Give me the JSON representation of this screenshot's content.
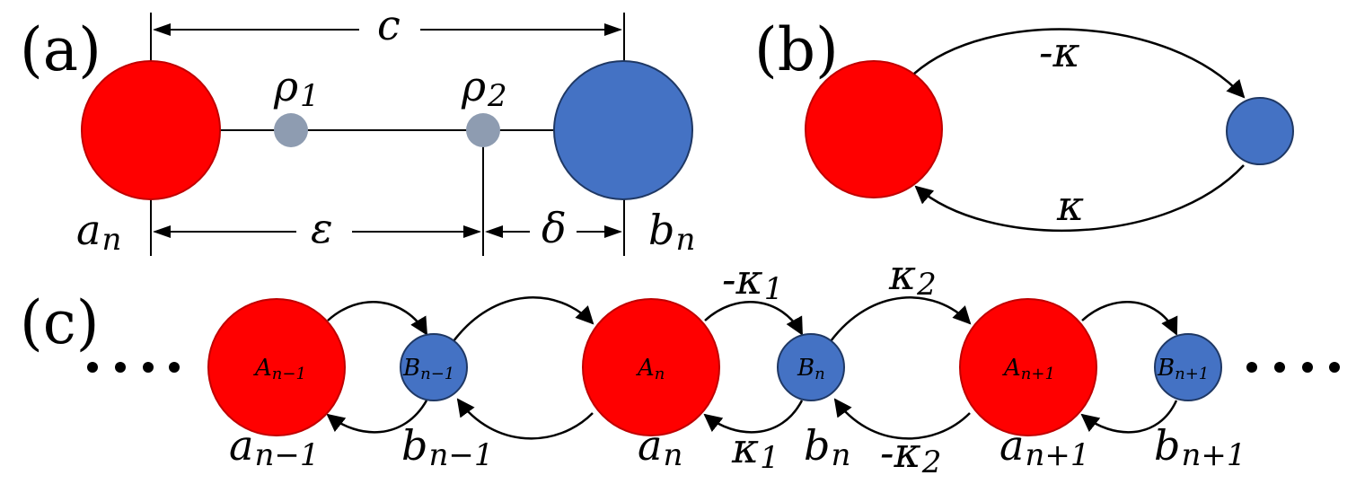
{
  "panels": {
    "a": {
      "label": "(a)",
      "c_label": "c",
      "rho1": {
        "sym": "ρ",
        "sub": "1"
      },
      "rho2": {
        "sym": "ρ",
        "sub": "2"
      },
      "epsilon_label": "ε",
      "delta_label": "δ",
      "a_label": {
        "sym": "a",
        "sub": "n"
      },
      "b_label": {
        "sym": "b",
        "sub": "n"
      }
    },
    "b": {
      "label": "(b)",
      "top_coupling": "-κ",
      "bottom_coupling": "κ"
    },
    "c": {
      "label": "(c)",
      "nodes": {
        "A_prev": {
          "sym": "A",
          "sub": "n−1"
        },
        "B_prev": {
          "sym": "B",
          "sub": "n−1"
        },
        "A_n": {
          "sym": "A",
          "sub": "n"
        },
        "B_n": {
          "sym": "B",
          "sub": "n"
        },
        "A_next": {
          "sym": "A",
          "sub": "n+1"
        },
        "B_next": {
          "sym": "B",
          "sub": "n+1"
        }
      },
      "amplitudes": {
        "a_prev": {
          "sym": "a",
          "sub": "n−1"
        },
        "b_prev": {
          "sym": "b",
          "sub": "n−1"
        },
        "a_n": {
          "sym": "a",
          "sub": "n"
        },
        "b_n": {
          "sym": "b",
          "sub": "n"
        },
        "a_next": {
          "sym": "a",
          "sub": "n+1"
        },
        "b_next": {
          "sym": "b",
          "sub": "n+1"
        }
      },
      "couplings": {
        "k1_top": {
          "sym": "-κ",
          "sub": "1"
        },
        "k2_top": {
          "sym": "κ",
          "sub": "2"
        },
        "k1_bottom": {
          "sym": "κ",
          "sub": "1"
        },
        "k2_bottom": {
          "sym": "-κ",
          "sub": "2"
        }
      },
      "ellipsis": "• • • •"
    }
  },
  "colors": {
    "red_node": "#ff0000",
    "blue_node": "#4472c4",
    "gray_node": "#8e9cb1"
  }
}
